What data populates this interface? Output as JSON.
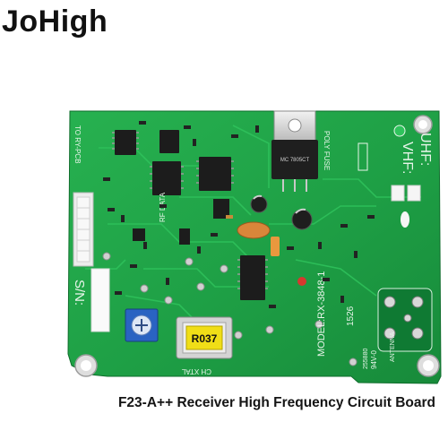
{
  "brand": {
    "name": "JoHigh"
  },
  "caption": {
    "text": "F23-A++ Receiver High Frequency Circuit Board"
  },
  "board": {
    "color": "#1fa548",
    "silkscreen_color": "#e8f5ea",
    "texts": {
      "uhf": "UHF:",
      "vhf": "VHF:",
      "sn": "S/N:",
      "to_pcb": "TO RY-PCB",
      "model": "MODEL:RX-3848-1",
      "date_code": "1526",
      "rf_data": "RF DATA",
      "poly_fuse": "POLY FUSE",
      "ch_xtal": "CH XTAL",
      "antenna": "ANTENNA",
      "ul_rating": "94V-0",
      "crystal_label": "R037",
      "regulator_mark": "MC 7805CT",
      "lot_code": "255880"
    }
  }
}
